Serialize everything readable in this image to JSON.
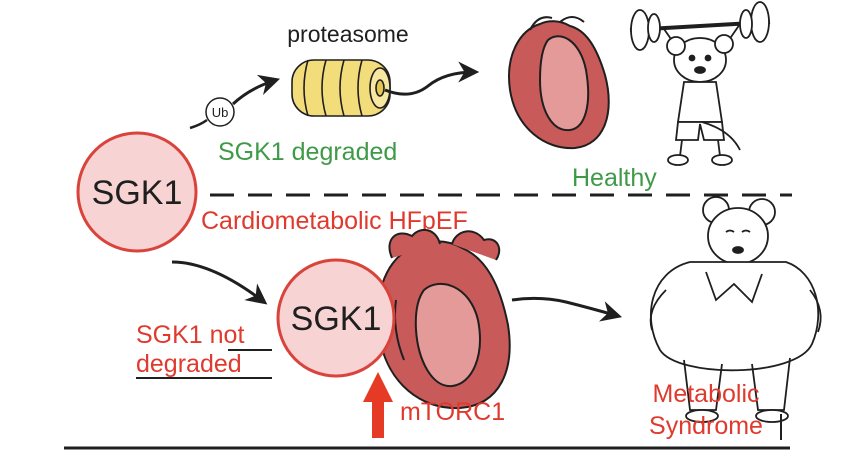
{
  "labels": {
    "proteasome": "proteasome",
    "ub": "Ub",
    "sgk1_degraded": "SGK1 degraded",
    "healthy": "Healthy",
    "sgk1_main": "SGK1",
    "condition": "Cardiometabolic HFpEF",
    "sgk1_secondary": "SGK1",
    "not_line_prefix": "SGK1 ",
    "not_word": "not",
    "degraded_word": "degraded",
    "mtorc1": "mTORC1",
    "metabolic": "Metabolic",
    "syndrome": "Syndrome"
  },
  "colors": {
    "red_text": "#e03a2e",
    "green_text": "#3f9a48",
    "circle_fill": "#f7d3d3",
    "circle_stroke": "#d9433b",
    "heart_fill": "#c85a5a",
    "heart_light": "#e39a98",
    "proteasome_fill": "#f3dc7a",
    "arrow_red": "#e53a26",
    "ink": "#1f1f1f"
  },
  "icons": {
    "proteasome": "proteasome-coil-icon",
    "heart_healthy": "heart-healthy-icon",
    "heart_diseased": "heart-enlarged-icon",
    "mouse_fit": "mouse-weightlifter-icon",
    "mouse_obese": "mouse-obese-icon",
    "mtorc1_arrow": "arrow-up-icon"
  }
}
